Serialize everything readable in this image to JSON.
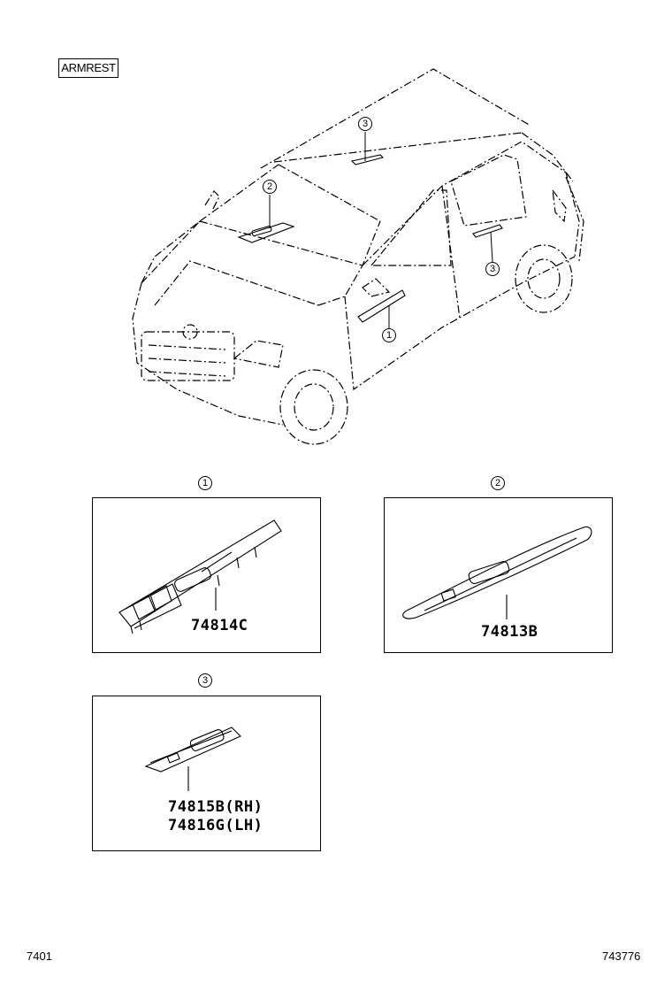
{
  "header": {
    "section_tag": "ARMREST"
  },
  "callouts": {
    "one": "1",
    "two": "2",
    "three": "3"
  },
  "parts": {
    "part1": {
      "callout": "1",
      "number": "74814C"
    },
    "part2": {
      "callout": "2",
      "number": "74813B"
    },
    "part3": {
      "callout": "3",
      "numbers": [
        "74815B(RH)",
        "74816G(LH)"
      ]
    }
  },
  "footer": {
    "page_code": "7401",
    "illustration_id": "743776"
  }
}
